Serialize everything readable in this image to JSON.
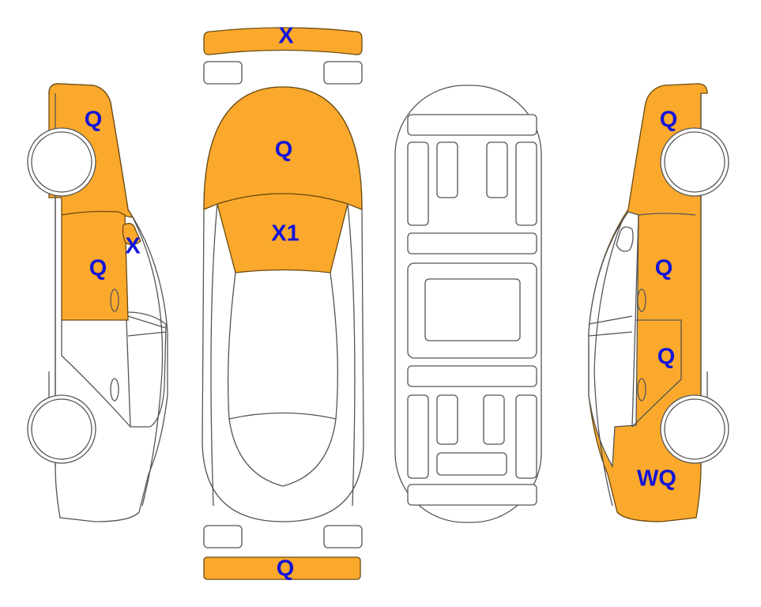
{
  "diagram": {
    "damage_color": "#fba92c",
    "label_color": "#1414d8",
    "views": {
      "left_side": {
        "front_fender": "Q",
        "front_door": "Q",
        "mirror": "X"
      },
      "top": {
        "front_bumper": "X",
        "hood": "Q",
        "windshield": "X1",
        "rear_bumper": "Q"
      },
      "right_side": {
        "front_fender": "Q",
        "front_door": "Q",
        "rear_door": "Q",
        "rear_quarter": "WQ"
      }
    }
  }
}
